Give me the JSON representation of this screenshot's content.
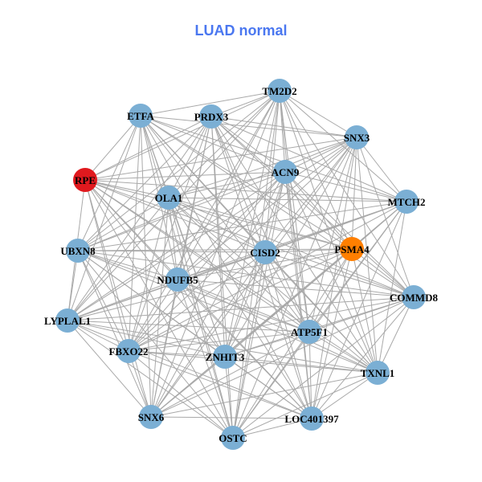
{
  "title": "LUAD normal",
  "colors": {
    "default_node": "#7bafd4",
    "highlight_red": "#e0191e",
    "highlight_orange": "#ff7f00",
    "edge": "#a9a9a9",
    "title": "#4a77f0"
  },
  "nodes": [
    {
      "id": "TM2D2",
      "color": "default_node"
    },
    {
      "id": "ETFA",
      "color": "default_node"
    },
    {
      "id": "PRDX3",
      "color": "default_node"
    },
    {
      "id": "SNX3",
      "color": "default_node"
    },
    {
      "id": "RPE",
      "color": "highlight_red"
    },
    {
      "id": "ACN9",
      "color": "default_node"
    },
    {
      "id": "OLA1",
      "color": "default_node"
    },
    {
      "id": "MTCH2",
      "color": "default_node"
    },
    {
      "id": "UBXN8",
      "color": "default_node"
    },
    {
      "id": "CISD2",
      "color": "default_node"
    },
    {
      "id": "PSMA4",
      "color": "highlight_orange"
    },
    {
      "id": "NDUFB5",
      "color": "default_node"
    },
    {
      "id": "COMMD8",
      "color": "default_node"
    },
    {
      "id": "LYPLAL1",
      "color": "default_node"
    },
    {
      "id": "ATP5F1",
      "color": "default_node"
    },
    {
      "id": "FBXO22",
      "color": "default_node"
    },
    {
      "id": "ZNHIT3",
      "color": "default_node"
    },
    {
      "id": "TXNL1",
      "color": "default_node"
    },
    {
      "id": "SNX6",
      "color": "default_node"
    },
    {
      "id": "LOC401397",
      "color": "default_node"
    },
    {
      "id": "OSTC",
      "color": "default_node"
    }
  ],
  "edges": {
    "complete_graph": true,
    "missing": [
      [
        "RPE",
        "UBXN8"
      ],
      [
        "ETFA",
        "PRDX3"
      ],
      [
        "MTCH2",
        "COMMD8"
      ],
      [
        "SNX6",
        "OSTC"
      ]
    ]
  }
}
